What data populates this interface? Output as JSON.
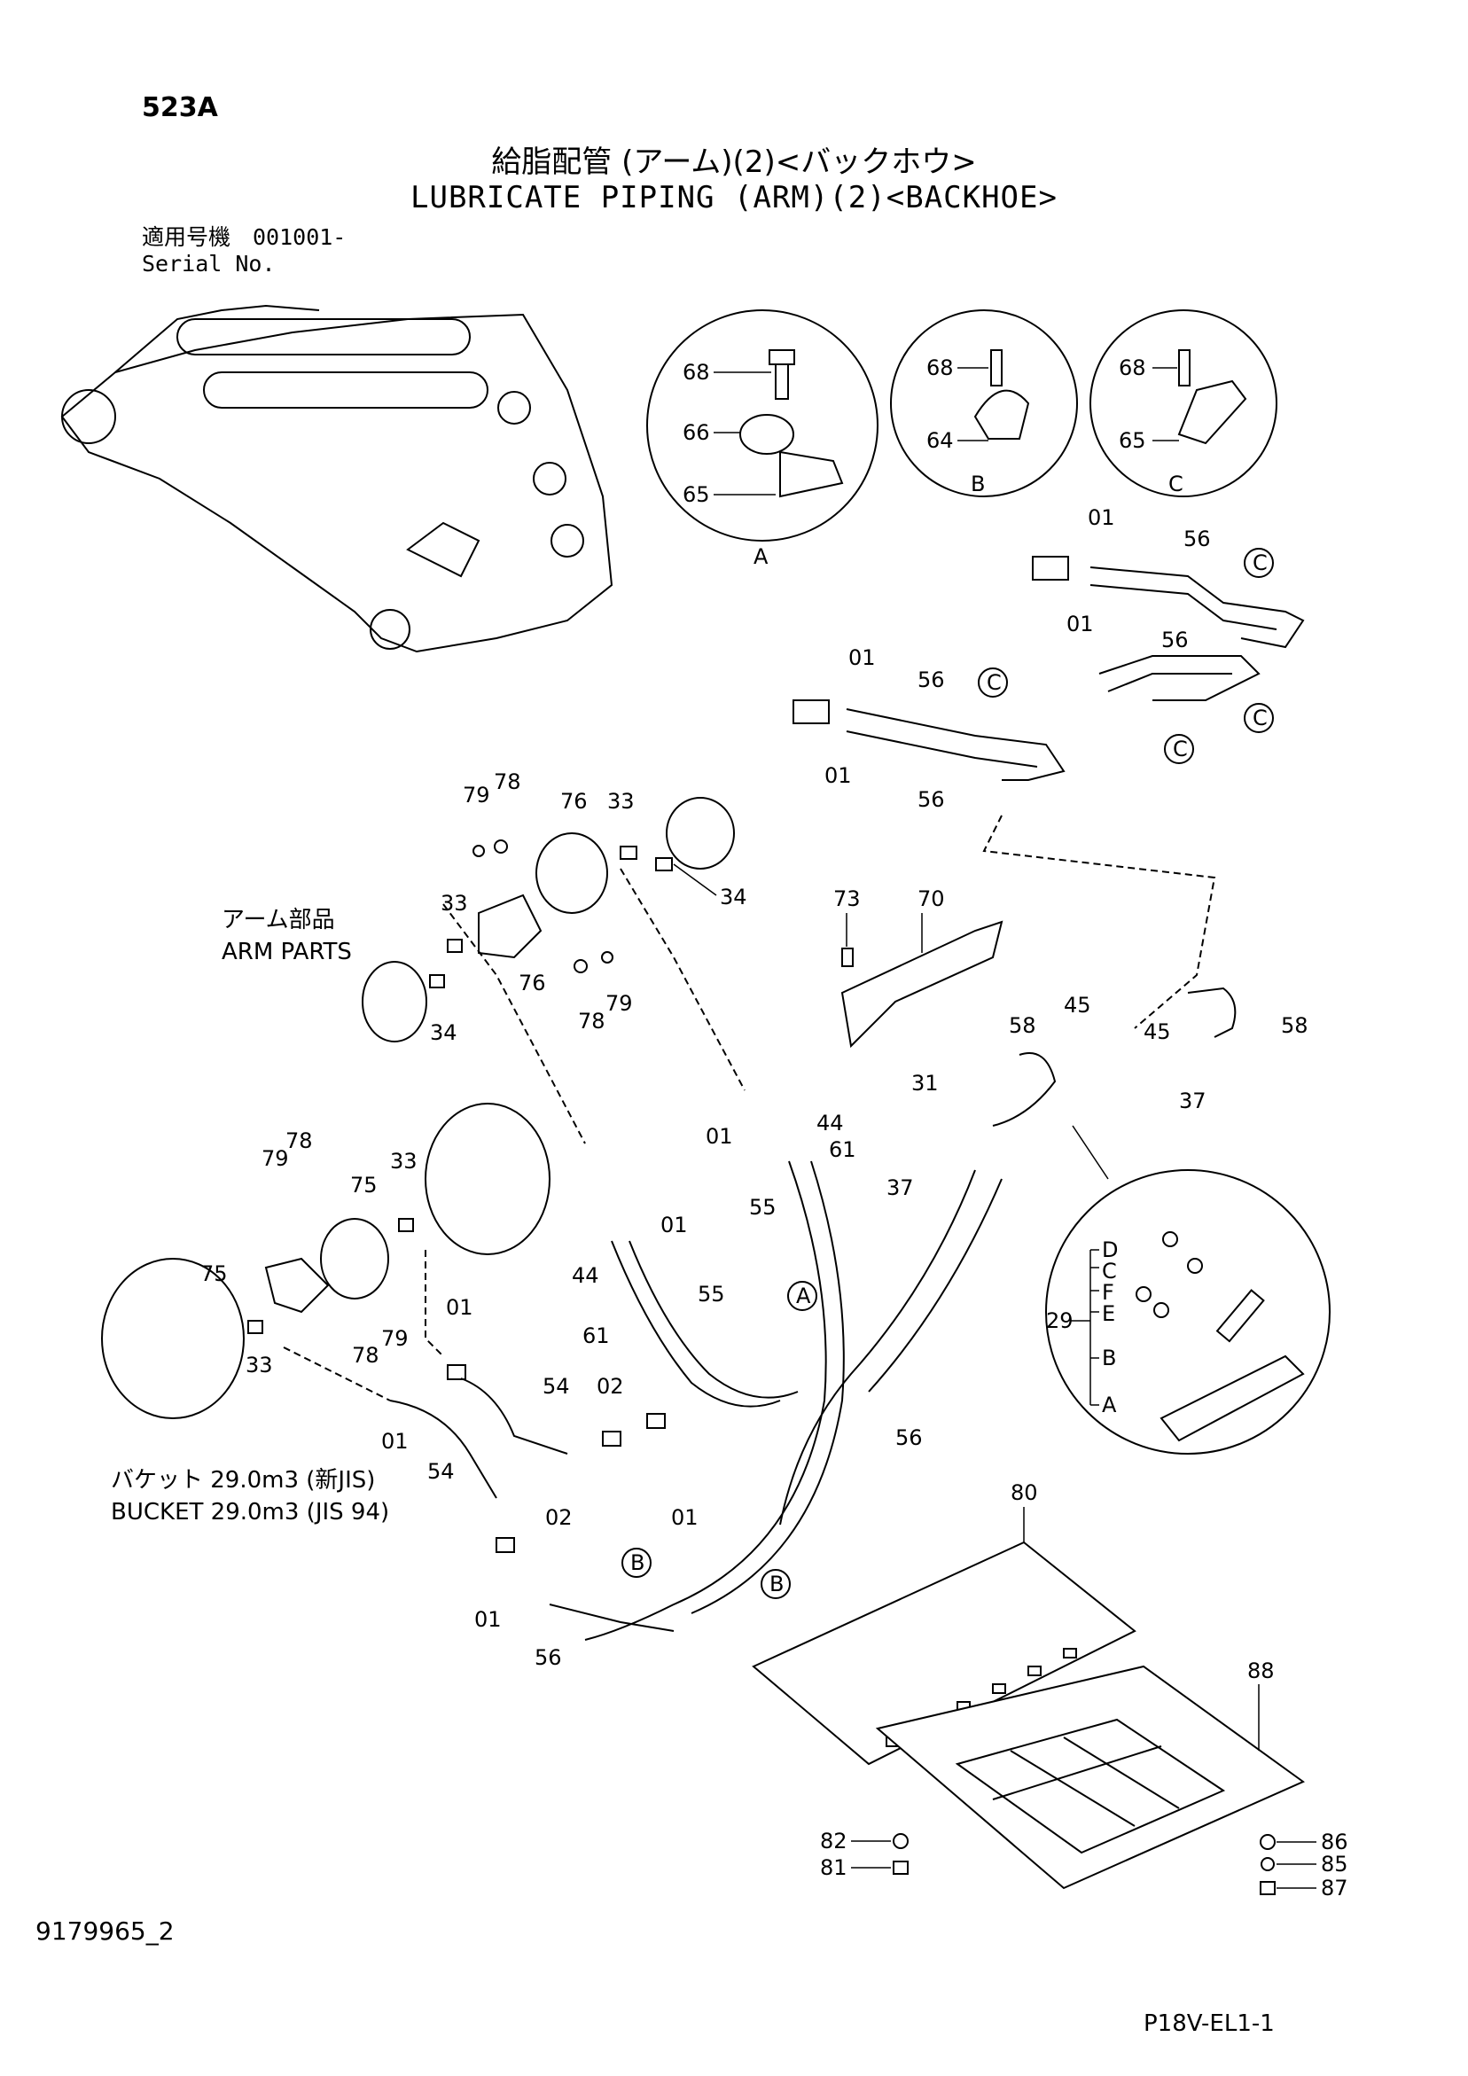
{
  "header": {
    "page_id": "523A",
    "title_jp": "給脂配管 (アーム)(2)<バックホウ>",
    "title_en": "LUBRICATE PIPING (ARM)(2)<BACKHOE>",
    "serial_jp": "適用号機　001001-",
    "serial_en": "Serial No."
  },
  "notes": {
    "arm_parts_jp": "アーム部品",
    "arm_parts_en": "ARM PARTS",
    "bucket_jp": "バケット 29.0m3 (新JIS)",
    "bucket_en": "BUCKET 29.0m3 (JIS 94)"
  },
  "footer": {
    "doc_number": "9179965_2",
    "ref_number": "P18V-EL1-1"
  },
  "detail_views": {
    "A": [
      "68",
      "66",
      "65"
    ],
    "B": [
      "68",
      "64"
    ],
    "C": [
      "68",
      "65"
    ],
    "grease_block_29": [
      "D",
      "C",
      "F",
      "E",
      "B",
      "A"
    ]
  },
  "callouts": [
    "01",
    "02",
    "29",
    "31",
    "33",
    "34",
    "37",
    "44",
    "45",
    "54",
    "55",
    "56",
    "58",
    "61",
    "64",
    "65",
    "66",
    "68",
    "70",
    "73",
    "75",
    "76",
    "78",
    "79",
    "80",
    "81",
    "82",
    "85",
    "86",
    "87",
    "88"
  ]
}
